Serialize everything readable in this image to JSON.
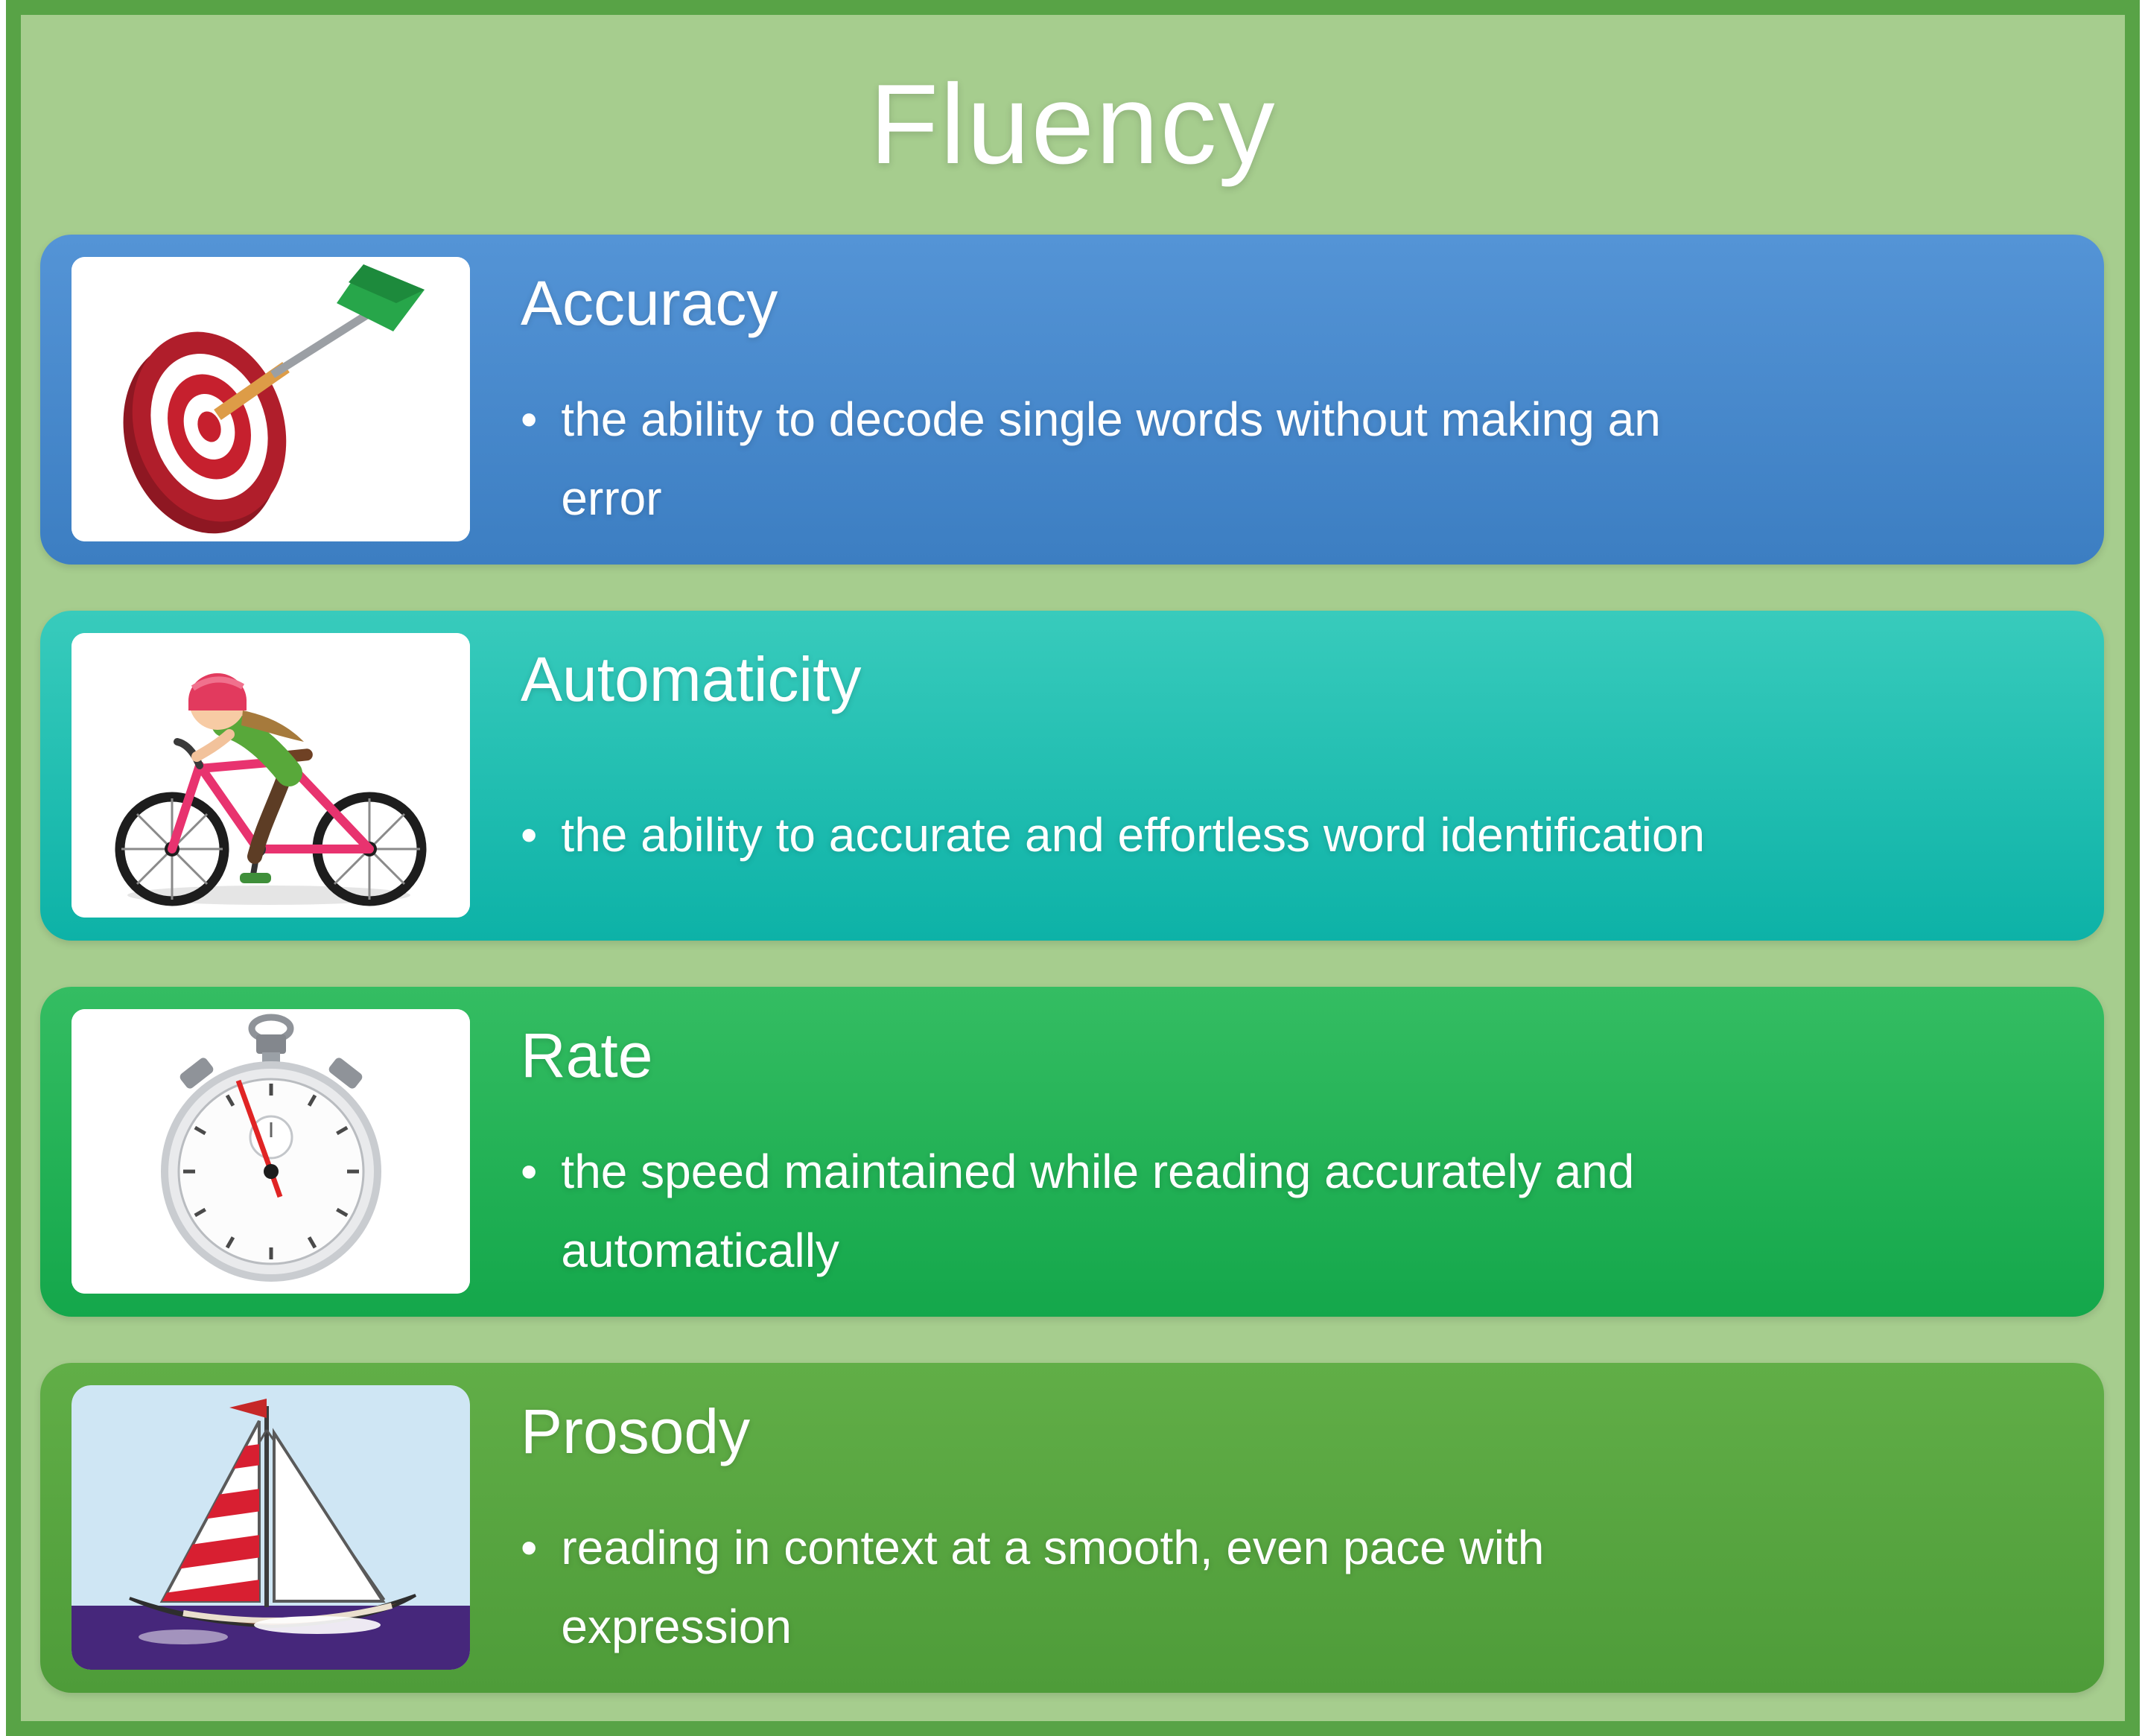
{
  "title": "Fluency",
  "bullet_char": "•",
  "colors": {
    "page_background": "#ffffff",
    "slide_background": "#a6cd8e",
    "slide_border": "#58a346",
    "text": "#ffffff"
  },
  "sections": [
    {
      "heading": "Accuracy",
      "bullet": "the ability to decode single words without making an\nerror",
      "icon": "target-dart-icon",
      "gradient_top": "#5494d6",
      "gradient_bottom": "#3c7ec2"
    },
    {
      "heading": "Automaticity",
      "bullet": "the ability to accurate and effortless word identification",
      "icon": "bicycle-girl-icon",
      "gradient_top": "#38cbbc",
      "gradient_bottom": "#0db2a7"
    },
    {
      "heading": "Rate",
      "bullet": "the speed maintained while reading accurately and\nautomatically",
      "icon": "stopwatch-icon",
      "gradient_top": "#34bd62",
      "gradient_bottom": "#14a74b"
    },
    {
      "heading": "Prosody",
      "bullet": "reading in context at a smooth, even pace with\nexpression",
      "icon": "sailboat-icon",
      "gradient_top": "#61ae47",
      "gradient_bottom": "#4e9c39"
    }
  ]
}
